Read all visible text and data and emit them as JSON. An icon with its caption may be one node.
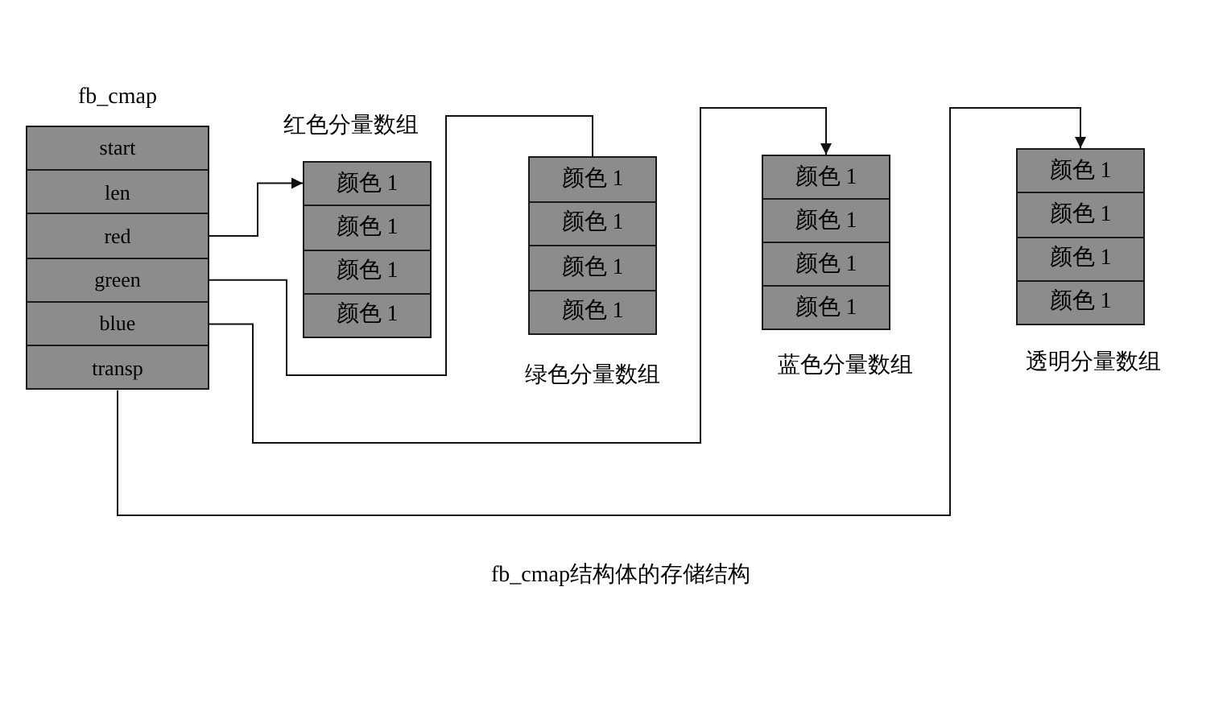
{
  "diagram": {
    "caption": "fb_cmap结构体的存储结构",
    "nodes": [
      {
        "text": [
          "fb_cmap"
        ]
      },
      {
        "text": [
          "start"
        ],
        "in": 0
      },
      {
        "text": [
          "len"
        ],
        "in": 0
      },
      {
        "text": [
          "red"
        ],
        "in": 0
      },
      {
        "text": [
          "green"
        ],
        "in": 0
      },
      {
        "text": [
          "blue"
        ],
        "in": 0
      },
      {
        "text": [
          "transp"
        ],
        "in": 0
      },
      {
        "text": [
          "红色分量数组"
        ]
      },
      {
        "text": [
          "颜色 1"
        ],
        "in": 7
      },
      {
        "text": [
          "颜色 1"
        ],
        "in": 7
      },
      {
        "text": [
          "颜色 1"
        ],
        "in": 7
      },
      {
        "text": [
          "颜色 1"
        ],
        "in": 7
      },
      {
        "text": [
          "绿色分量数组"
        ]
      },
      {
        "text": [
          "颜色 1"
        ],
        "in": 12
      },
      {
        "text": [
          "颜色 1"
        ],
        "in": 12
      },
      {
        "text": [
          "颜色 1"
        ],
        "in": 12
      },
      {
        "text": [
          "颜色 1"
        ],
        "in": 12
      },
      {
        "text": [
          "蓝色分量数组"
        ]
      },
      {
        "text": [
          "颜色 1"
        ],
        "in": 17
      },
      {
        "text": [
          "颜色 1"
        ],
        "in": 17
      },
      {
        "text": [
          "颜色 1"
        ],
        "in": 17
      },
      {
        "text": [
          "颜色 1"
        ],
        "in": 17
      },
      {
        "text": [
          "透明分量数组"
        ]
      },
      {
        "text": [
          "颜色 1"
        ],
        "in": 22
      },
      {
        "text": [
          "颜色 1"
        ],
        "in": 22
      },
      {
        "text": [
          "颜色 1"
        ],
        "in": 22
      },
      {
        "text": [
          "颜色 1"
        ],
        "in": 22
      }
    ],
    "edges": [
      {
        "from": 3,
        "to": 8,
        "arrow": "to"
      },
      {
        "from": 4,
        "to": 13,
        "arrow": "none"
      },
      {
        "from": 5,
        "to": 18,
        "arrow": "to"
      },
      {
        "from": 6,
        "to": 23,
        "arrow": "to"
      }
    ]
  }
}
